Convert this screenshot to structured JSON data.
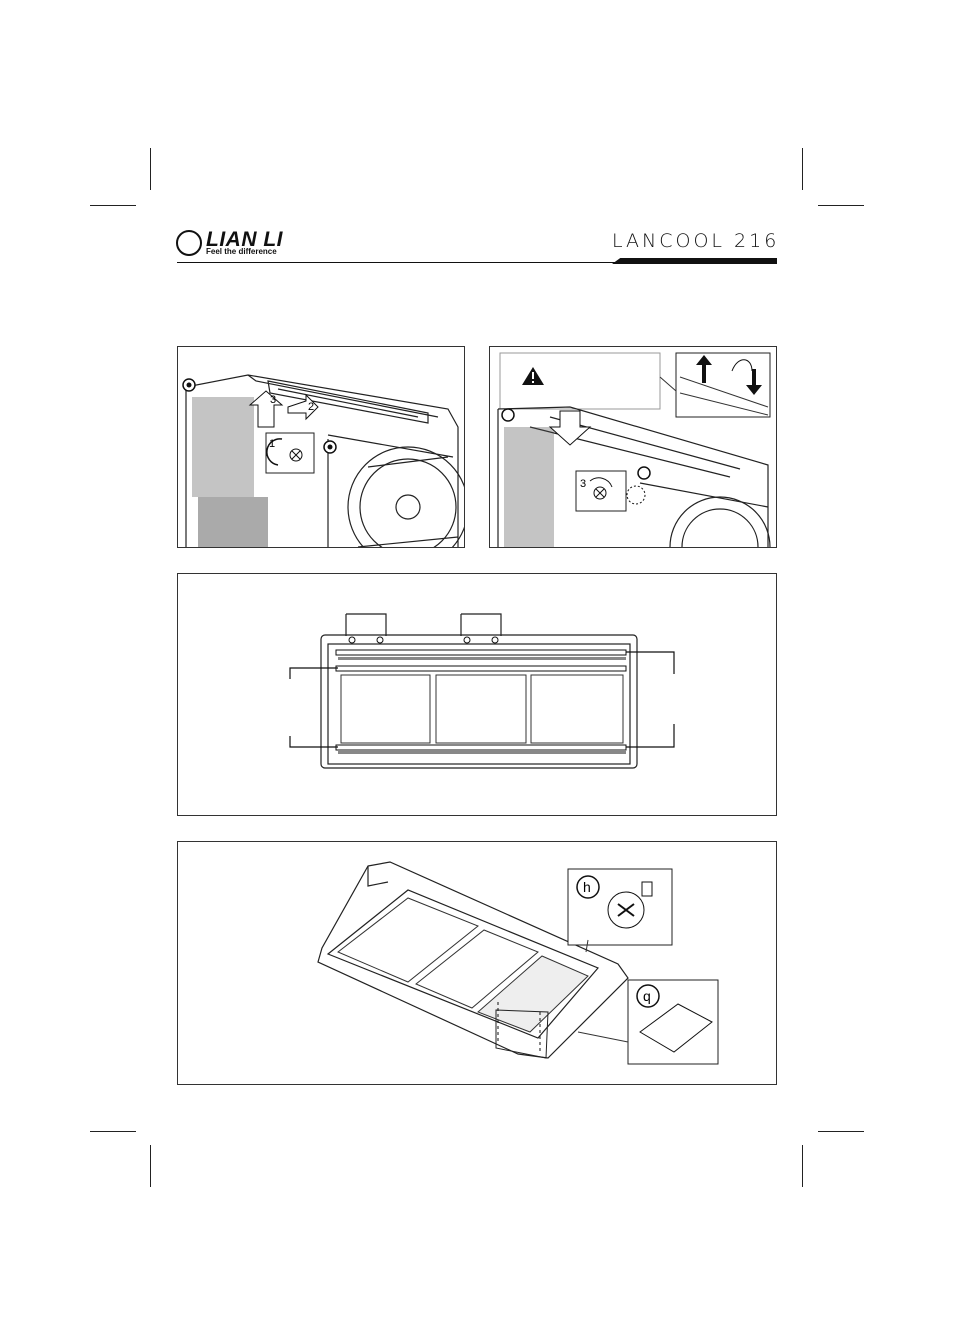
{
  "header": {
    "logo_name": "LIAN LI",
    "logo_tagline": "Feel the difference",
    "product_name": "LANCOOL 216"
  },
  "figures": {
    "step_labels": [
      "1",
      "2",
      "3"
    ],
    "step3_label": "3",
    "part_h_label": "h",
    "part_q_label": "q"
  },
  "icons": [
    "warning-icon",
    "screw-icon",
    "rotate-arrow-icon"
  ]
}
